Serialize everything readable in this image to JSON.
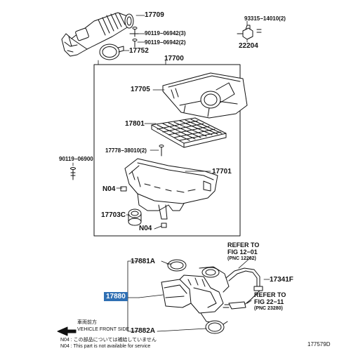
{
  "diagram_id": "177579D",
  "parts": {
    "p17709": "17709",
    "p93315": "93315−14010(2)",
    "p90119a": "90119−06942(3)",
    "p90119b": "90119−06942(2)",
    "p17752": "17752",
    "p22204": "22204",
    "p17700": "17700",
    "p17705": "17705",
    "p17801": "17801",
    "p17778": "17778−38010(2)",
    "p90119c": "90119−06900",
    "p17701": "17701",
    "n04a": "N04",
    "p17703c": "17703C",
    "n04b": "N04",
    "p17881a": "17881A",
    "p17341f": "17341F",
    "p17880": "17880",
    "p17882a": "17882A"
  },
  "refs": [
    {
      "line1": "REFER TO",
      "line2": "FIG 12−01",
      "pnc": "(PNC 12262)"
    },
    {
      "line1": "REFER TO",
      "line2": "FIG 22−11",
      "pnc": "(PNC 23280)"
    }
  ],
  "front": {
    "jp": "車両前方",
    "en": "VEHICLE FRONT SIDE"
  },
  "notes": {
    "jp": "N04 : この部品については補給していません",
    "en": "N04 : This part is not available for service"
  }
}
